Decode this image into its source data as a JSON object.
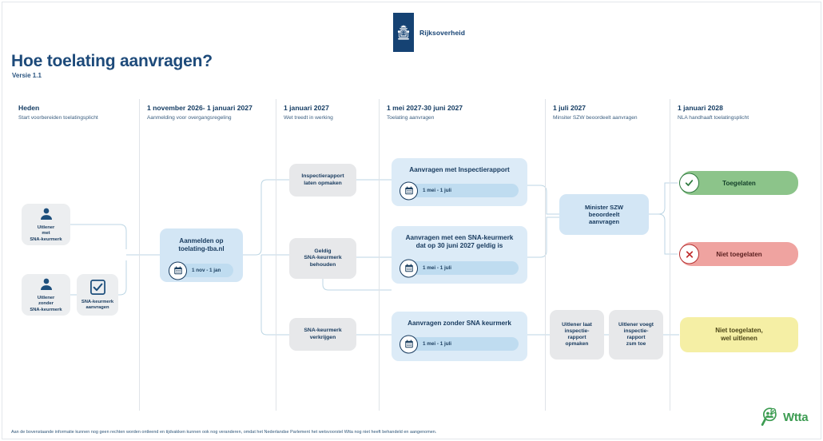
{
  "brand": {
    "logo_text": "Rijksoverheid",
    "logo_icon": "royal-coat-of-arms-icon",
    "bar_color": "#154273"
  },
  "header": {
    "title": "Hoe toelating aanvragen?",
    "version": "Versie 1.1"
  },
  "timeline": {
    "columns": [
      {
        "title": "Heden",
        "subtitle": "Start voorbereiden toelatingsplicht"
      },
      {
        "title": "1 november 2026- 1 januari 2027",
        "subtitle": "Aanmelding voor overgangsregeling"
      },
      {
        "title": "1 januari 2027",
        "subtitle": "Wet treedt in werking"
      },
      {
        "title": "1 mei 2027-30 juni 2027",
        "subtitle": "Toelating aanvragen"
      },
      {
        "title": "1 juli 2027",
        "subtitle": "Minsiter SZW beoordeelt aanvragen"
      },
      {
        "title": "1 januari 2028",
        "subtitle": "NLA handhaaft toelatingsplicht"
      }
    ]
  },
  "nodes": {
    "uitlener_met": {
      "label": "Uitlener\nmet\nSNA-keurmerk",
      "icon": "person-icon"
    },
    "uitlener_zonder": {
      "label": "Uitlener\nzonder\nSNA-keurmerk",
      "icon": "person-icon"
    },
    "sna_aanvragen": {
      "label": "SNA-keurmerk\naanvragen",
      "icon": "checkbox-checked-icon"
    },
    "aanmelden": {
      "label": "Aanmelden op\ntoelating-tba.nl",
      "date": "1 nov - 1 jan",
      "date_icon": "calendar-icon"
    },
    "inspectierapport": {
      "label": "Inspectierapport\nlaten opmaken"
    },
    "geldig_sna": {
      "label": "Geldig\nSNA-keurmerk\nbehouden"
    },
    "sna_verkrijgen": {
      "label": "SNA-keurmerk\nverkrijgen"
    },
    "aanvragen_inspectie": {
      "label": "Aanvragen met Inspectierapport",
      "date": "1 mei - 1 juli",
      "date_icon": "calendar-icon"
    },
    "aanvragen_sna": {
      "label": "Aanvragen met een SNA-keurmerk\ndat op 30 juni 2027 geldig is",
      "date": "1 mei - 1 juli",
      "date_icon": "calendar-icon"
    },
    "aanvragen_zonder": {
      "label": "Aanvragen zonder SNA keurmerk",
      "date": "1 mei - 1 juli",
      "date_icon": "calendar-icon"
    },
    "minister": {
      "label": "Minister SZW\nbeoordeelt\naanvragen"
    },
    "uitlener_laat": {
      "label": "Uitlener laat\ninspectie-\nrapport\nopmaken"
    },
    "uitlener_voegt": {
      "label": "Uitlener voegt\ninspectie-\nrapport\nzsm toe"
    },
    "toegelaten": {
      "label": "Toegelaten",
      "icon": "check-circle-icon",
      "color": "#8cc48a"
    },
    "niet_toegelaten": {
      "label": "Niet toegelaten",
      "icon": "x-circle-icon",
      "color": "#efa3a0"
    },
    "niet_wel_uitlenen": {
      "label": "Niet toegelaten,\nwel uitlenen",
      "color": "#f5efa5"
    }
  },
  "footer": {
    "disclaimer": "Aan de bovenstaande informatie kunnen nog geen rechten worden ontleend en tijdvakken kunnen ook nog veranderen, omdat het Nederlandse Parlement het wetsvoorstel Wtta nog niet heeft behandeld en aangenomen.",
    "logo_text": "Wtta",
    "logo_icon": "magnifier-people-icon",
    "logo_color": "#3d9c52"
  }
}
